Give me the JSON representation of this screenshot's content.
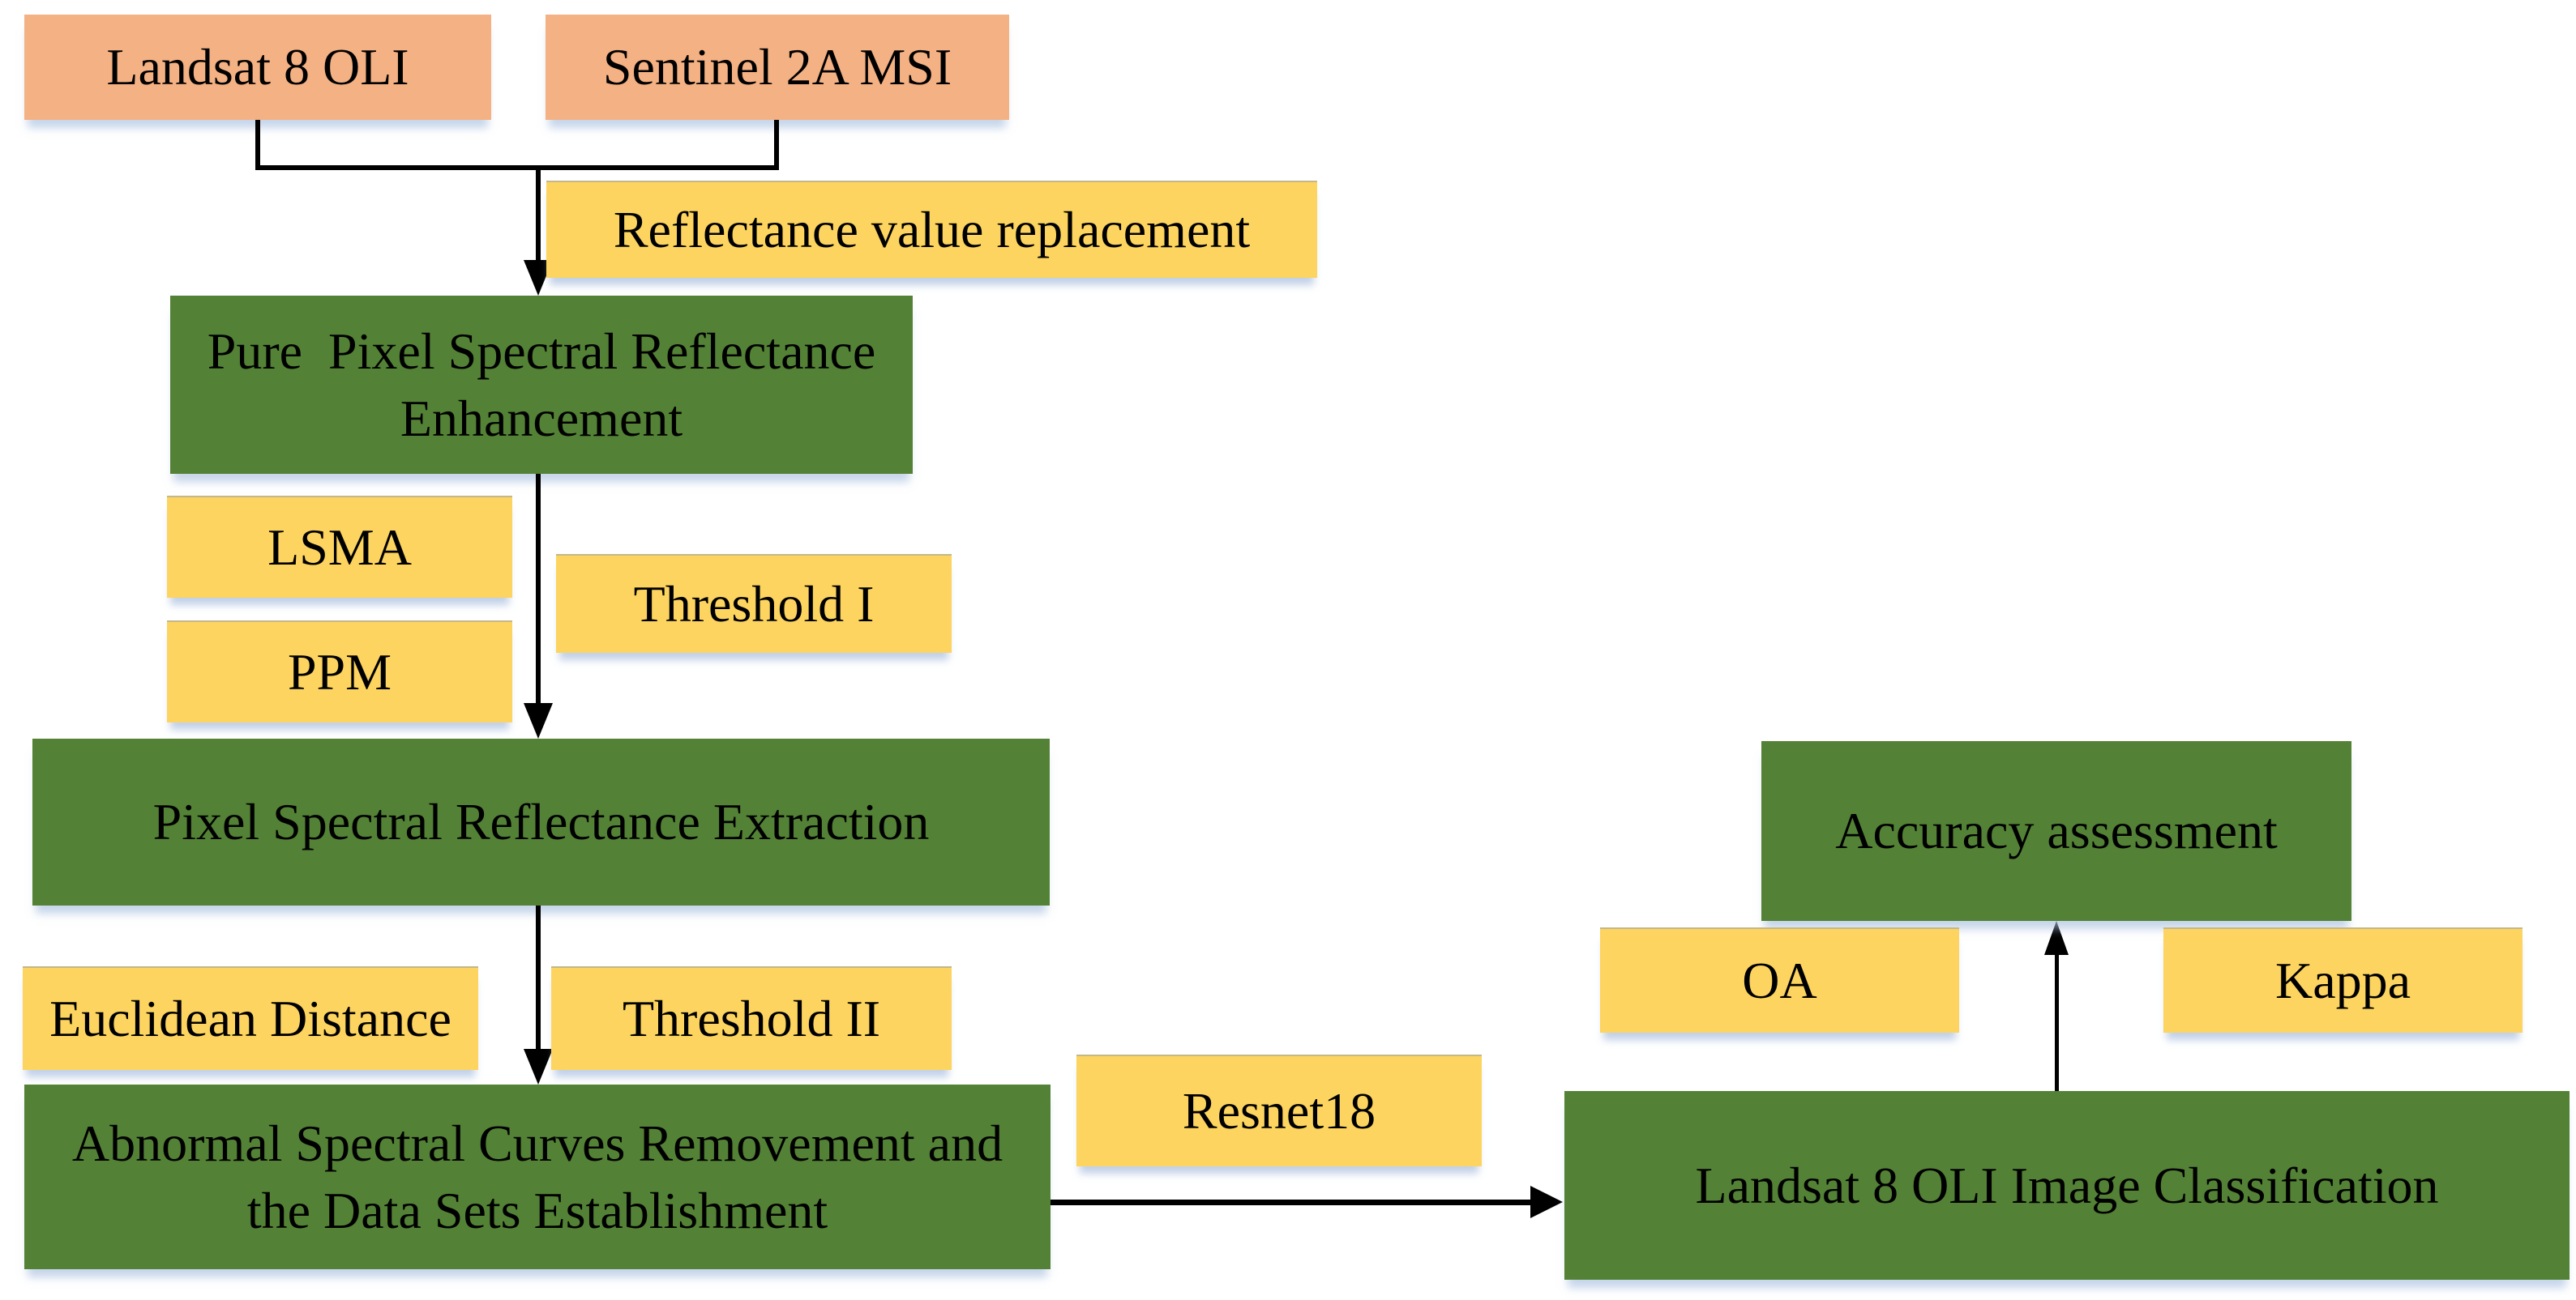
{
  "colors": {
    "satellite_input_box": "#F4B183",
    "method_box": "#FCD45F",
    "process_box": "#538135",
    "connector": "#000000",
    "shadow": "#A8BEDE",
    "text": "#000000",
    "background": "#FFFFFF"
  },
  "boxes": {
    "landsat": {
      "label": "Landsat 8 OLI",
      "role": "input"
    },
    "sentinel": {
      "label": "Sentinel 2A MSI",
      "role": "input"
    },
    "reflectance_replacement": {
      "label": "Reflectance value replacement",
      "role": "method"
    },
    "pure_pixel_enhancement": {
      "label": "Pure  Pixel Spectral Reflectance Enhancement",
      "lines": [
        "Pure  Pixel Spectral Reflectance",
        "Enhancement"
      ],
      "role": "process"
    },
    "lsma": {
      "label": "LSMA",
      "role": "method"
    },
    "threshold_1": {
      "label": "Threshold I",
      "role": "method"
    },
    "ppm": {
      "label": "PPM",
      "role": "method"
    },
    "extraction": {
      "label": "Pixel Spectral Reflectance Extraction",
      "role": "process"
    },
    "euclidean_distance": {
      "label": "Euclidean Distance",
      "role": "method"
    },
    "threshold_2": {
      "label": "Threshold II",
      "role": "method"
    },
    "abnormal_removal": {
      "label": "Abnormal Spectral Curves Removement and the Data Sets Establishment",
      "lines": [
        "Abnormal Spectral Curves Removement and",
        "the Data Sets Establishment"
      ],
      "role": "process"
    },
    "resnet18": {
      "label": "Resnet18",
      "role": "method"
    },
    "classification": {
      "label": "Landsat 8 OLI Image Classification",
      "role": "process"
    },
    "accuracy_assessment": {
      "label": "Accuracy assessment",
      "role": "process"
    },
    "oa": {
      "label": "OA",
      "role": "method"
    },
    "kappa": {
      "label": "Kappa",
      "role": "method"
    }
  },
  "connectors": [
    {
      "from": "landsat + sentinel",
      "to": "pure_pixel_enhancement",
      "via": "reflectance_replacement",
      "direction": "down"
    },
    {
      "from": "pure_pixel_enhancement",
      "to": "extraction",
      "direction": "down"
    },
    {
      "from": "extraction",
      "to": "abnormal_removal",
      "direction": "down"
    },
    {
      "from": "abnormal_removal",
      "to": "classification",
      "via": "resnet18",
      "direction": "right"
    },
    {
      "from": "classification",
      "to": "accuracy_assessment",
      "direction": "up"
    }
  ]
}
